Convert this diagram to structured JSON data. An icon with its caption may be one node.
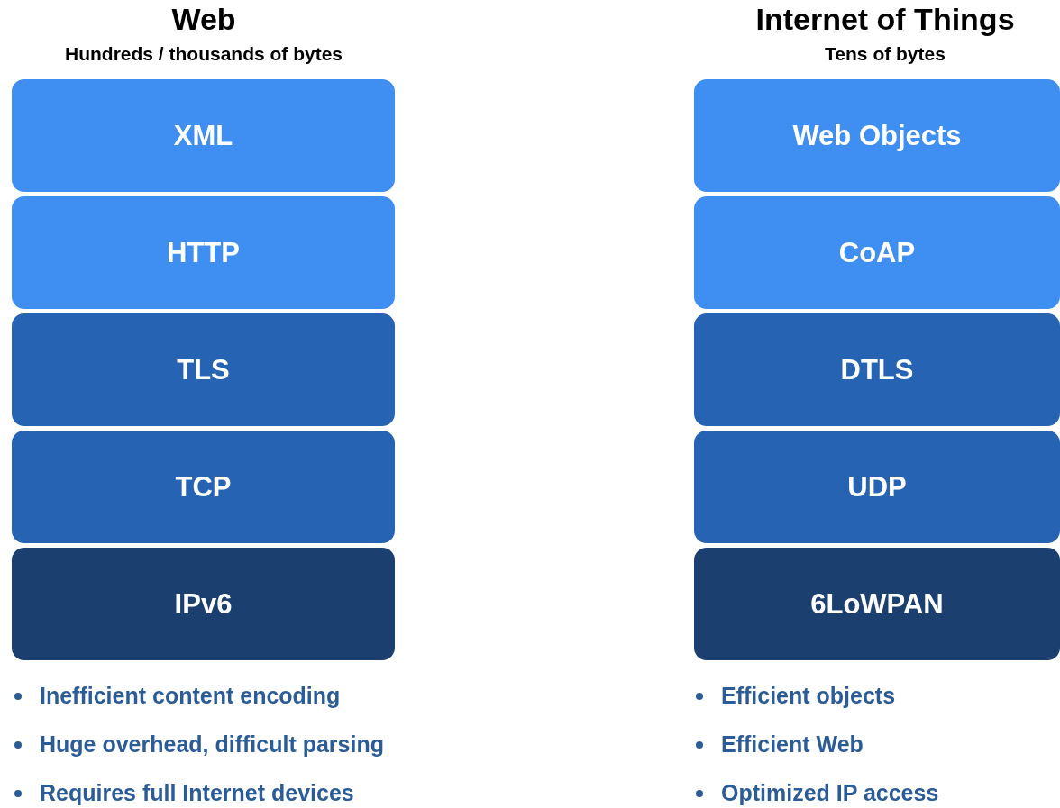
{
  "diagram": {
    "nodes": [
      {
        "text": [
          "XML"
        ]
      },
      {
        "text": [
          "HTTP"
        ]
      },
      {
        "text": [
          "TLS"
        ]
      },
      {
        "text": [
          "TCP"
        ]
      },
      {
        "text": [
          "IPv6"
        ]
      },
      {
        "text": [
          "Web Objects"
        ]
      },
      {
        "text": [
          "CoAP"
        ]
      },
      {
        "text": [
          "DTLS"
        ]
      },
      {
        "text": [
          "UDP"
        ]
      },
      {
        "text": [
          "6LoWPAN"
        ]
      }
    ],
    "labels": [
      "Web",
      "Hundreds / thousands of bytes",
      "Inefficient content encoding",
      "Huge overhead, difficult parsing",
      "Requires full Internet devices",
      "Internet of Things",
      "Tens of bytes",
      "Efficient objects",
      "Efficient Web",
      "Optimized IP access"
    ]
  }
}
